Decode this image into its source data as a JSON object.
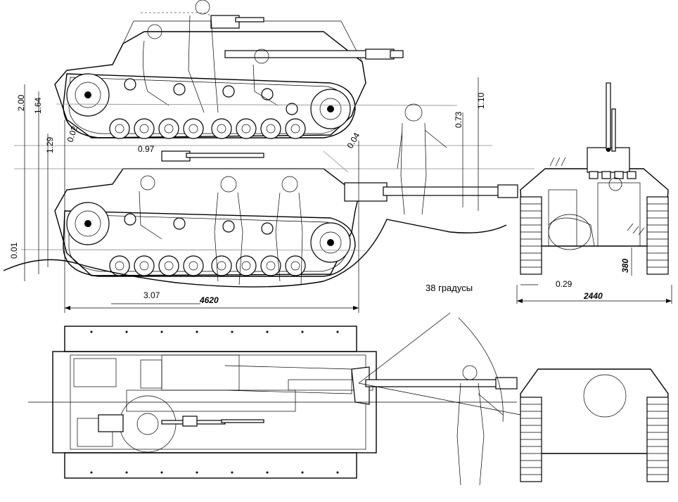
{
  "dimensions": {
    "height_total": "2.00",
    "height_hull": "1.64",
    "height_lower": "1.29",
    "clearance_left": "0.02",
    "clearance_ground": "0.01",
    "gun_height_lower": "0.97",
    "gun_depression": "0.04",
    "gun_height_right_a": "0.73",
    "gun_height_right_b": "1.10",
    "hull_length_part": "3.07",
    "hull_length": "4620",
    "front_width": "2440",
    "front_clearance": "380",
    "track_width": "0.29"
  },
  "annotations": {
    "elevation_angle": "38 градусы"
  }
}
